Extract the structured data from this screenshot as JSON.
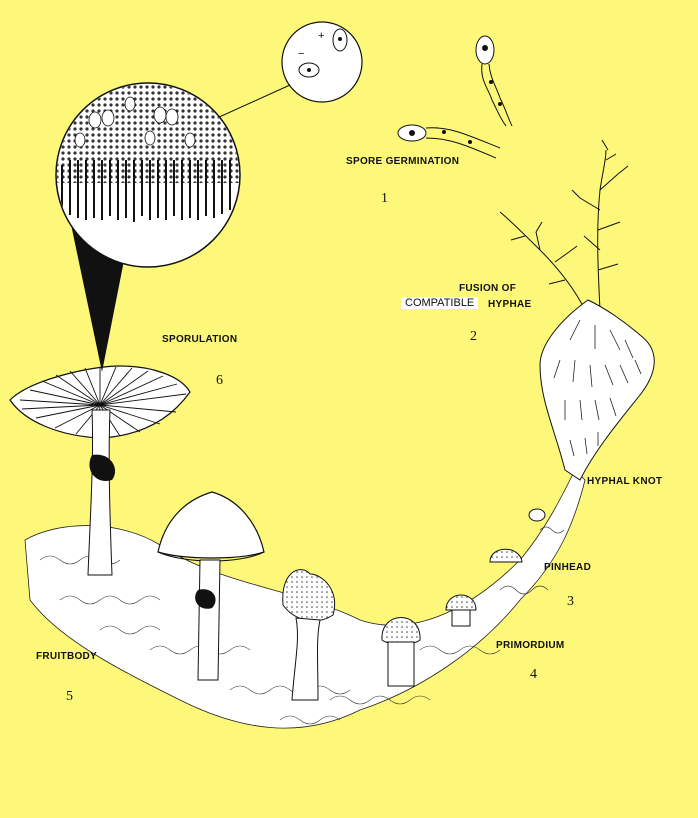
{
  "labels": {
    "spore_germination": "SPORE GERMINATION",
    "fusion_of": "FUSION OF",
    "compatible": "COMPATIBLE",
    "hyphae": "HYPHAE",
    "hyphal_knot": "HYPHAL KNOT",
    "pinhead": "PINHEAD",
    "primordium": "PRIMORDIUM",
    "fruitbody": "FRUITBODY",
    "sporulation": "SPORULATION"
  },
  "numbers": {
    "n1": "1",
    "n2": "2",
    "n3": "3",
    "n4": "4",
    "n5": "5",
    "n6": "6"
  },
  "spore_signs": {
    "plus": "+",
    "minus": "−"
  },
  "colors": {
    "background": "#fdf87a",
    "ink": "#111111",
    "paper": "#ffffff"
  }
}
